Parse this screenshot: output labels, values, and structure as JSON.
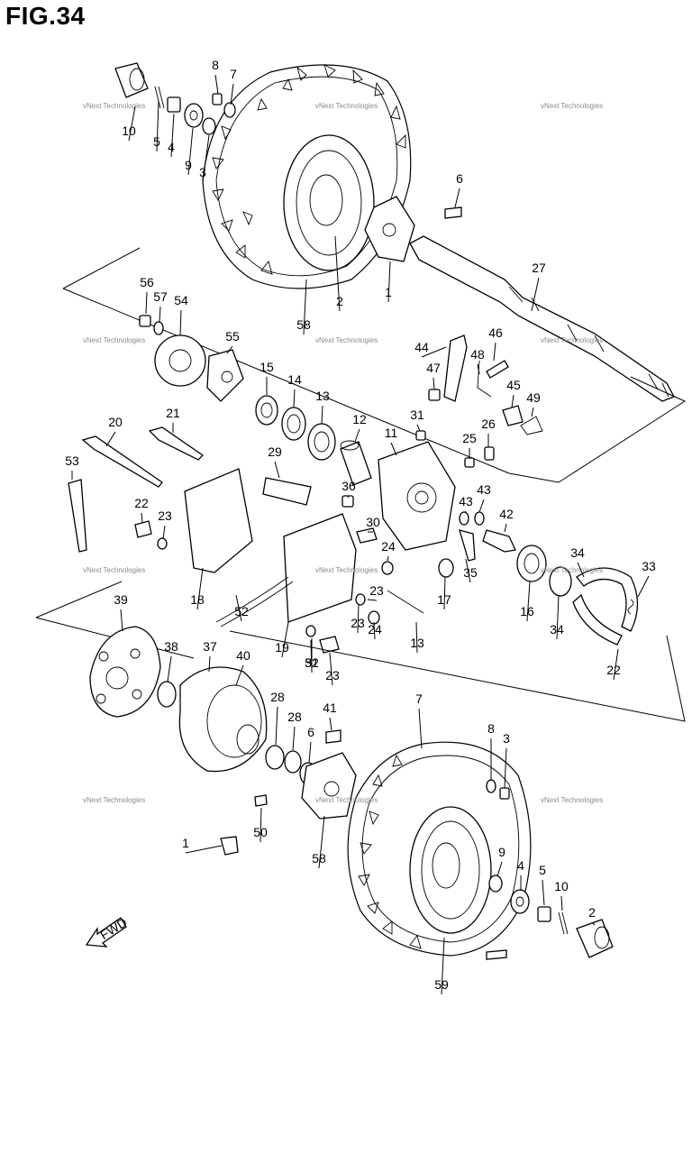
{
  "title": "FIG.34",
  "watermark": "vNext Technologies",
  "fwd_label": "FWD",
  "labels": [
    "10",
    "5",
    "4",
    "9",
    "3",
    "8",
    "7",
    "6",
    "2",
    "1",
    "58",
    "27",
    "56",
    "57",
    "54",
    "55",
    "15",
    "14",
    "13",
    "12",
    "11",
    "31",
    "44",
    "48",
    "47",
    "46",
    "45",
    "49",
    "26",
    "25",
    "20",
    "21",
    "53",
    "29",
    "36",
    "30",
    "24",
    "43",
    "43",
    "42",
    "35",
    "17",
    "22",
    "23",
    "18",
    "52",
    "19",
    "23",
    "24",
    "23",
    "51",
    "13",
    "16",
    "34",
    "34",
    "33",
    "22",
    "23",
    "32",
    "39",
    "38",
    "37",
    "40",
    "28",
    "28",
    "6",
    "41",
    "50",
    "1",
    "58",
    "7",
    "8",
    "3",
    "9",
    "4",
    "5",
    "10",
    "2",
    "59"
  ]
}
